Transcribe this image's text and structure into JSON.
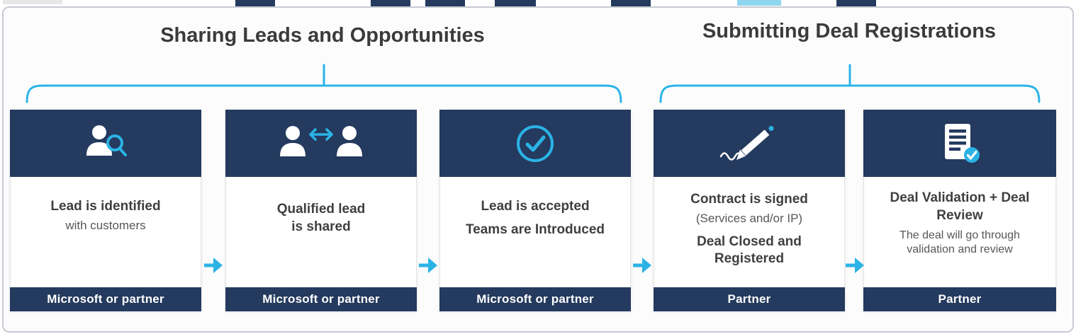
{
  "colors": {
    "navy": "#243a5e",
    "cyan": "#2bb3e6",
    "heading": "#3b3b3b",
    "title": "#3f3f3f",
    "subtext": "#575757",
    "panel-border": "#c6cbd2",
    "panel-bg": "#fcfcfd",
    "card-bg": "#ffffff",
    "footer-text": "#ffffff"
  },
  "groups": [
    {
      "title": "Sharing Leads and Opportunities"
    },
    {
      "title": "Submitting Deal Registrations"
    }
  ],
  "cards": [
    {
      "icon": "person-search-icon",
      "lines": [
        "Lead is identified",
        "with customers"
      ],
      "footer": "Microsoft or partner"
    },
    {
      "icon": "people-exchange-icon",
      "lines": [
        "Qualified lead",
        "is shared"
      ],
      "footer": "Microsoft or partner"
    },
    {
      "icon": "check-circle-icon",
      "lines": [
        "Lead is accepted",
        "Teams are Introduced"
      ],
      "footer": "Microsoft or partner"
    },
    {
      "icon": "pen-signature-icon",
      "lines": [
        "Contract is signed",
        "(Services and/or IP)",
        "Deal Closed and Registered"
      ],
      "footer": "Partner"
    },
    {
      "icon": "document-check-icon",
      "lines": [
        "Deal Validation + Deal Review",
        "The deal will go through validation and review"
      ],
      "footer": "Partner"
    }
  ]
}
